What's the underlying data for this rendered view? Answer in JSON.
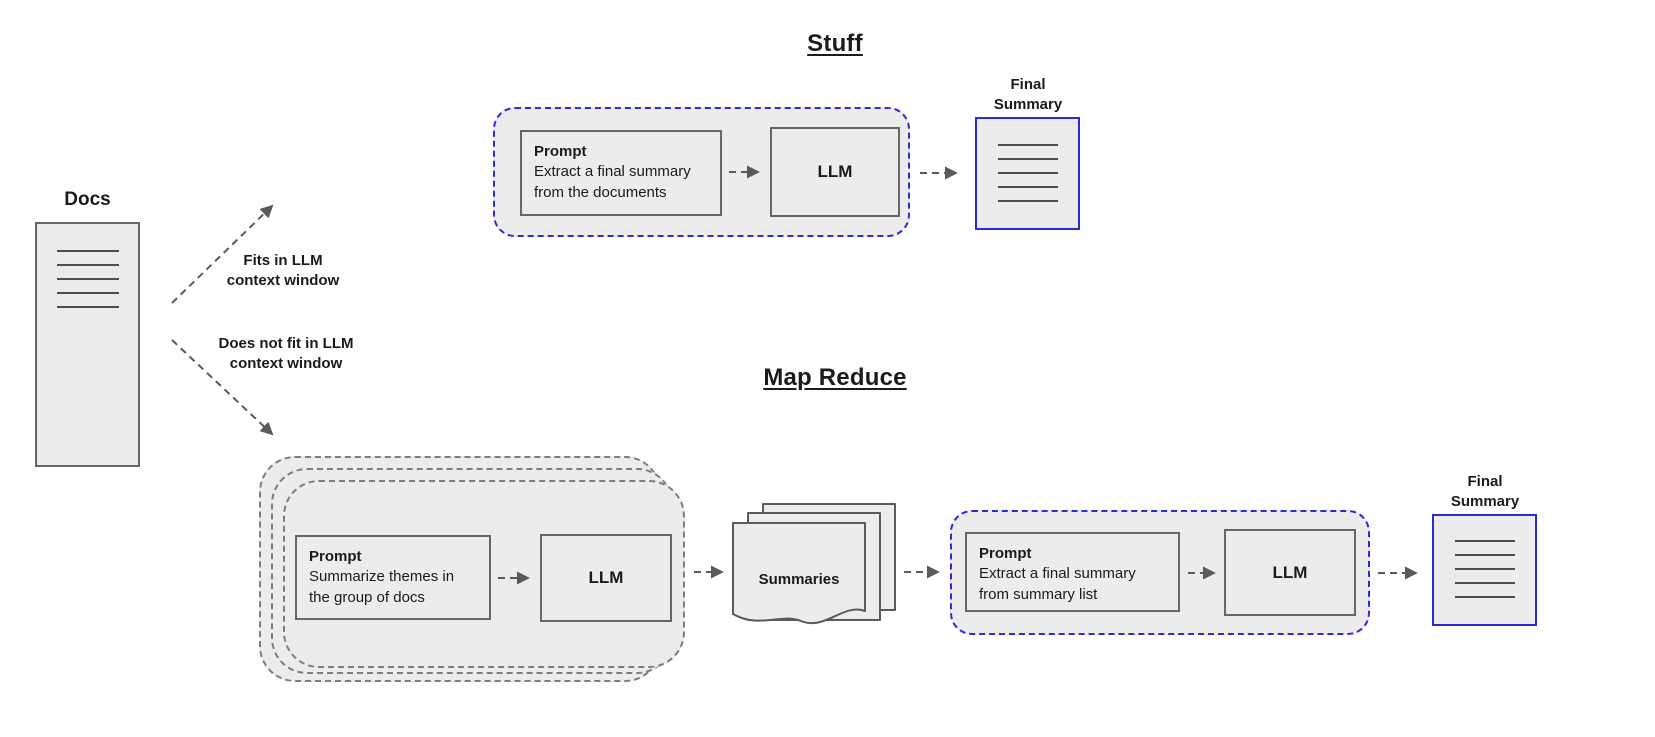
{
  "docs": {
    "label": "Docs"
  },
  "branch": {
    "fits_label": "Fits in LLM\ncontext window",
    "not_fit_label": "Does not fit in LLM\ncontext window"
  },
  "stuff": {
    "title": "Stuff",
    "prompt": {
      "title": "Prompt",
      "text": "Extract a final summary from the documents"
    },
    "llm": "LLM",
    "final_summary": "Final\nSummary"
  },
  "map_reduce": {
    "title": "Map Reduce",
    "map_prompt": {
      "title": "Prompt",
      "text": "Summarize themes in the group of docs"
    },
    "map_llm": "LLM",
    "summaries": "Summaries",
    "reduce_prompt": {
      "title": "Prompt",
      "text": "Extract a final summary from summary list"
    },
    "reduce_llm": "LLM",
    "final_summary": "Final\nSummary"
  },
  "icons": {
    "document_lines": "stacked-horizontal-text-lines",
    "summaries_pages": "stacked-pages-with-wavy-bottom"
  },
  "colors": {
    "box_fill": "#ececec",
    "border_gray": "#666666",
    "accent_blue": "#2b2bd9",
    "arrow_gray": "#5a5a5a",
    "stack_gray": "#7d7d7d",
    "text": "#1b1b1b"
  }
}
